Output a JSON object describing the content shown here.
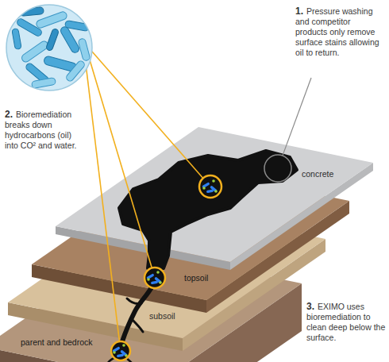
{
  "diagram": {
    "nodes": [
      {
        "text": [
          "concrete"
        ]
      },
      {
        "text": [
          "topsoil"
        ]
      },
      {
        "text": [
          "subsoil"
        ]
      },
      {
        "text": [
          "parent and bedrock"
        ]
      }
    ],
    "labels": [
      "1.",
      "Pressure washing and competitor products only remove surface stains allowing oil to return.",
      "2.",
      "Bioremediation breaks down hydrocarbons (oil) into CO² and water.",
      "3.",
      "EXIMO uses bioremediation to clean deep below the surface."
    ]
  }
}
